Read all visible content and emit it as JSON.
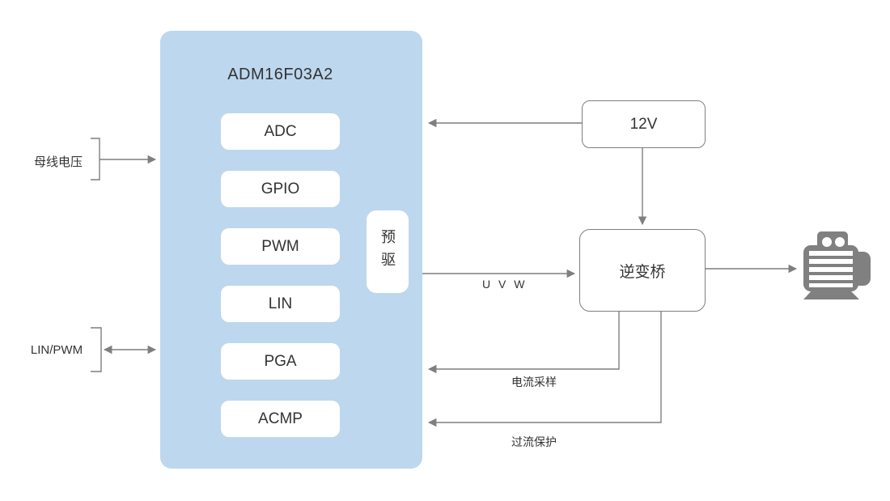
{
  "chip": {
    "title": "ADM16F03A2",
    "peripherals": [
      "ADC",
      "GPIO",
      "PWM",
      "LIN",
      "PGA",
      "ACMP"
    ],
    "predriver_label": "预驱"
  },
  "external": {
    "supply_label": "12V",
    "inverter_label": "逆变桥",
    "motor_icon": "motor-icon"
  },
  "signals": {
    "bus_voltage": "母线电压",
    "lin_pwm": "LIN/PWM",
    "uvw": "U V W",
    "current_sampling": "电流采样",
    "overcurrent_protection": "过流保护"
  },
  "colors": {
    "chip_fill": "#bdd7ee",
    "block_fill": "#ffffff",
    "line": "#7f7f7f",
    "text": "#333333",
    "motor": "#808080"
  }
}
